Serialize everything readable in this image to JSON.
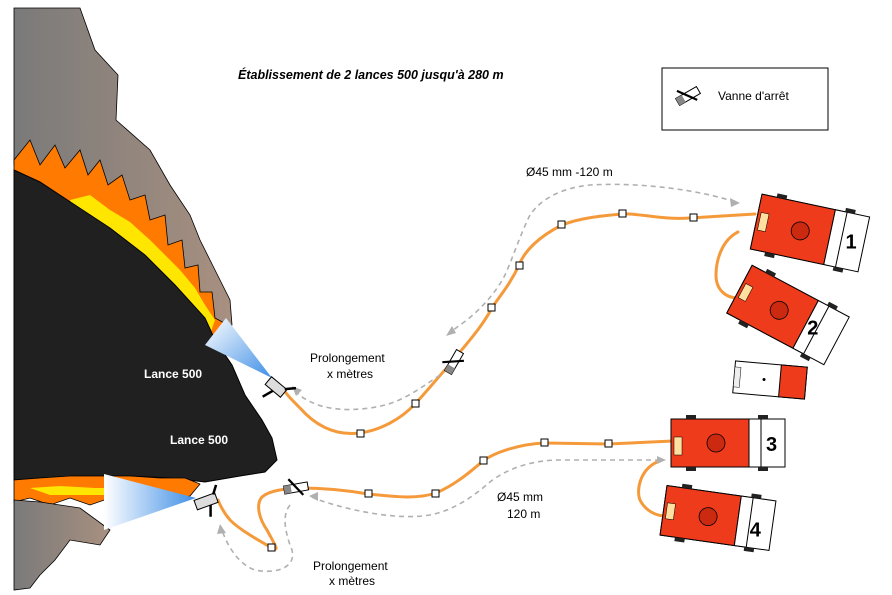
{
  "title": "Établissement de 2 lances 500 jusqu'à 280 m",
  "legend": {
    "label": "Vanne d'arrêt",
    "icon": "shutoff-valve-icon"
  },
  "labels": {
    "lance_upper": "Lance 500",
    "lance_lower": "Lance 500",
    "hose_upper": "Ø45 mm -120 m",
    "hose_lower_line1": "Ø45 mm",
    "hose_lower_line2": "120 m",
    "extension_upper_line1": "Prolongement",
    "extension_upper_line2": "x mètres",
    "extension_lower_line1": "Prolongement",
    "extension_lower_line2": "x mètres"
  },
  "trucks": [
    {
      "number": "1"
    },
    {
      "number": "2"
    },
    {
      "number": ""
    },
    {
      "number": "3"
    },
    {
      "number": "4"
    }
  ],
  "colors": {
    "hose": "#f59a3a",
    "truck": "#ee3b1b",
    "fire_outer": "#ff7a00",
    "fire_inner": "#ffe600",
    "smoke": "#8a8a8a",
    "terrain": "#202020",
    "water_jet": "#5aa8f0"
  }
}
